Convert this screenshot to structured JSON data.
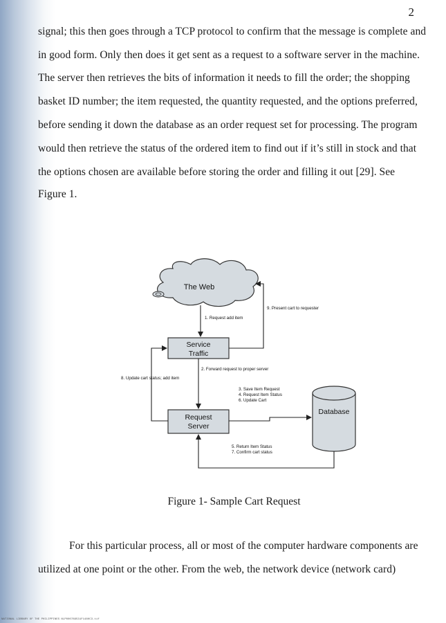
{
  "page": {
    "number": "2",
    "paragraph1": [
      "signal; this then goes through a TCP protocol to confirm that the message is complete and",
      "in good form. Only then does it get sent as a request to a software server in the machine.",
      "The server then retrieves the bits of information it needs to fill the order; the shopping",
      "basket ID number; the item requested, the quantity requested, and the options preferred,",
      "before sending it down the database as an order request set for processing. The program",
      "would then retrieve the status of the ordered item to find out if it’s still in stock and that",
      "the options chosen are available before storing the order and filling it out  [29]. See",
      "Figure 1."
    ],
    "paragraph2": [
      "For this particular process, all or most of the computer hardware components are",
      "utilized at one point or the other. From the web, the network device (network card)"
    ],
    "footer": "NATIONAL LIBRARY OF THE PHILIPPINES     NLP000789531F1480C3.tif"
  },
  "figure": {
    "caption": "Figure 1- Sample Cart Request",
    "nodes": {
      "web": "The Web",
      "service_line1": "Service",
      "service_line2": "Traffic",
      "request_line1": "Request",
      "request_line2": "Server",
      "database": "Database"
    },
    "edge_labels": {
      "step1": "1. Request add item",
      "step2": "2. Forward request to proper server",
      "step3": "3. Save Item Request",
      "step4": "4. Request Item Status",
      "step6": "6. Update Cart",
      "step5": "5. Return Item Status",
      "step7": "7. Confirm cart status",
      "step8": "8. Update cart status; add item",
      "step9": "9. Present cart to requester"
    },
    "colors": {
      "fill": "#d5dbe0",
      "stroke": "#333333"
    }
  }
}
